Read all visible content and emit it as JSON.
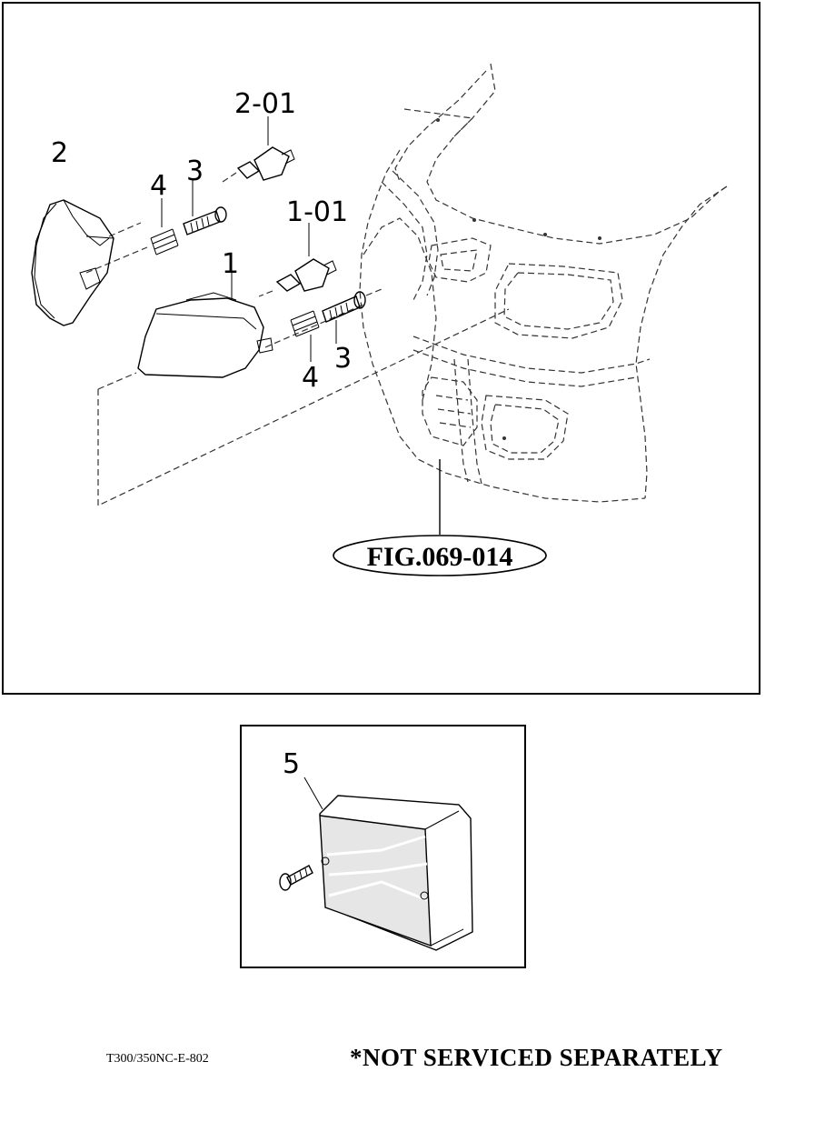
{
  "callouts": {
    "headlight_left": "2",
    "bulb_left": "2-01",
    "spring_left": "4",
    "screw_left": "3",
    "headlight_right": "1",
    "bulb_right": "1-01",
    "spring_right": "4",
    "screw_right": "3",
    "rear_lamp": "5"
  },
  "figure_ref": "FIG.069-014",
  "footer": {
    "part_code": "T300/350NC-E-802",
    "note": "*NOT SERVICED SEPARATELY"
  }
}
